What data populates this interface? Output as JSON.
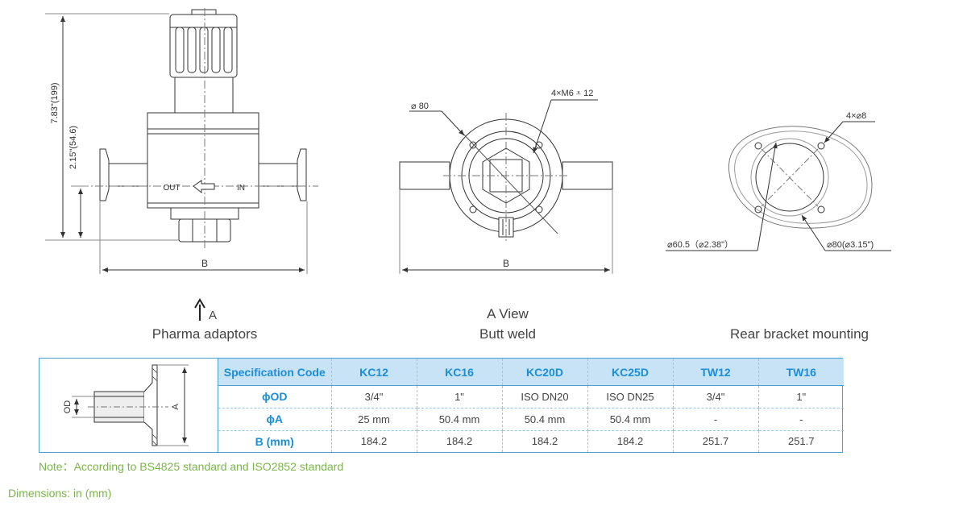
{
  "drawing": {
    "dim_height_total": "7.83\"(199)",
    "dim_height_center": "2.15\"(54.6)",
    "label_out": "OUT",
    "label_in": "IN",
    "dim_b_front": "B",
    "dim_b_side": "B",
    "dim_bolt_circle": "80",
    "dim_holes": "4×M6",
    "dim_hole_depth": "12",
    "dim_rear_holes": "4×",
    "dim_rear_hole_size": "8",
    "dim_rear_inner_1": "60.5（",
    "dim_rear_inner_2": "2.38\"）",
    "dim_rear_outer_1": "80(",
    "dim_rear_outer_2": "3.15\")",
    "view_arrow_label": "A"
  },
  "captions": {
    "a_view": "A View",
    "pharma": "Pharma adaptors",
    "butt_weld": "Butt weld",
    "rear_bracket": "Rear bracket mounting"
  },
  "table": {
    "sketch_od": "OD",
    "sketch_a": "A",
    "header": {
      "label": "Specification Code",
      "codes": [
        "KC12",
        "KC16",
        "KC20D",
        "KC25D",
        "TW12",
        "TW16"
      ]
    },
    "rows": [
      {
        "label": "ϕOD",
        "values": [
          "3/4\"",
          "1\"",
          "ISO DN20",
          "ISO DN25",
          "3/4\"",
          "1\""
        ]
      },
      {
        "label": "ϕA",
        "values": [
          "25 mm",
          "50.4 mm",
          "50.4 mm",
          "50.4 mm",
          "-",
          "-"
        ]
      },
      {
        "label": "B (mm)",
        "values": [
          "184.2",
          "184.2",
          "184.2",
          "184.2",
          "251.7",
          "251.7"
        ]
      }
    ]
  },
  "note": "Note：According to BS4825 standard and ISO2852 standard",
  "dimensions_unit": "Dimensions: in (mm)"
}
